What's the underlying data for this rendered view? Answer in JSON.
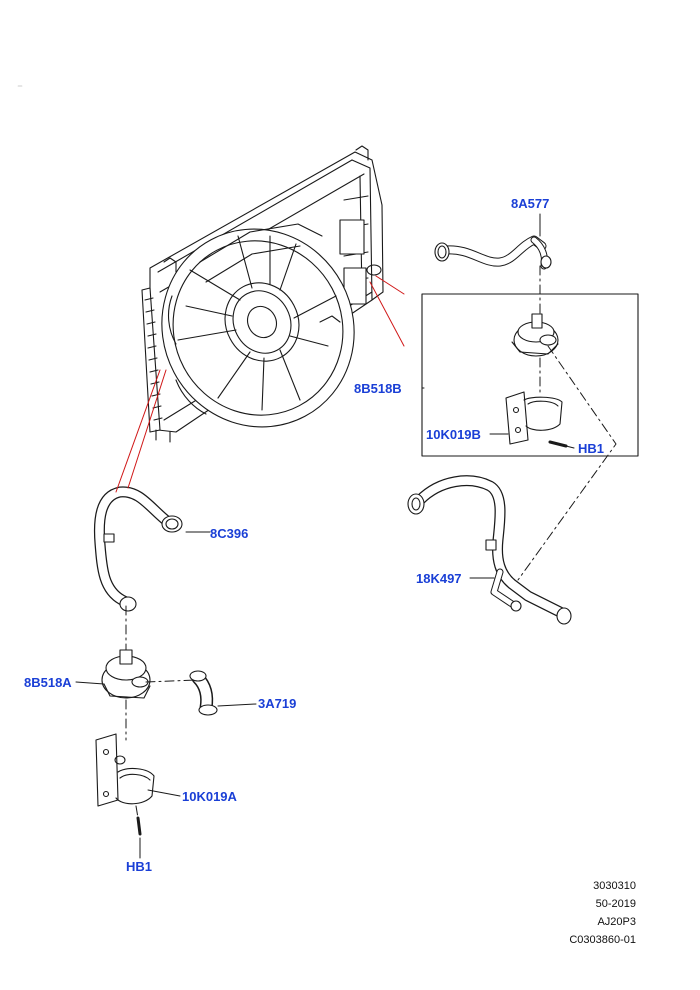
{
  "parts": {
    "p_8A577": "8A577",
    "p_8B518B": "8B518B",
    "p_10K019B": "10K019B",
    "p_HB1_top": "HB1",
    "p_8C396": "8C396",
    "p_18K497": "18K497",
    "p_8B518A": "8B518A",
    "p_3A719": "3A719",
    "p_10K019A": "10K019A",
    "p_HB1_bottom": "HB1"
  },
  "reference_codes": [
    "3030310",
    "50-2019",
    "AJ20P3",
    "C0303860-01"
  ],
  "colors": {
    "label": "#1a3fd6",
    "leader_red": "#d01818",
    "line": "#1a1a1a"
  }
}
